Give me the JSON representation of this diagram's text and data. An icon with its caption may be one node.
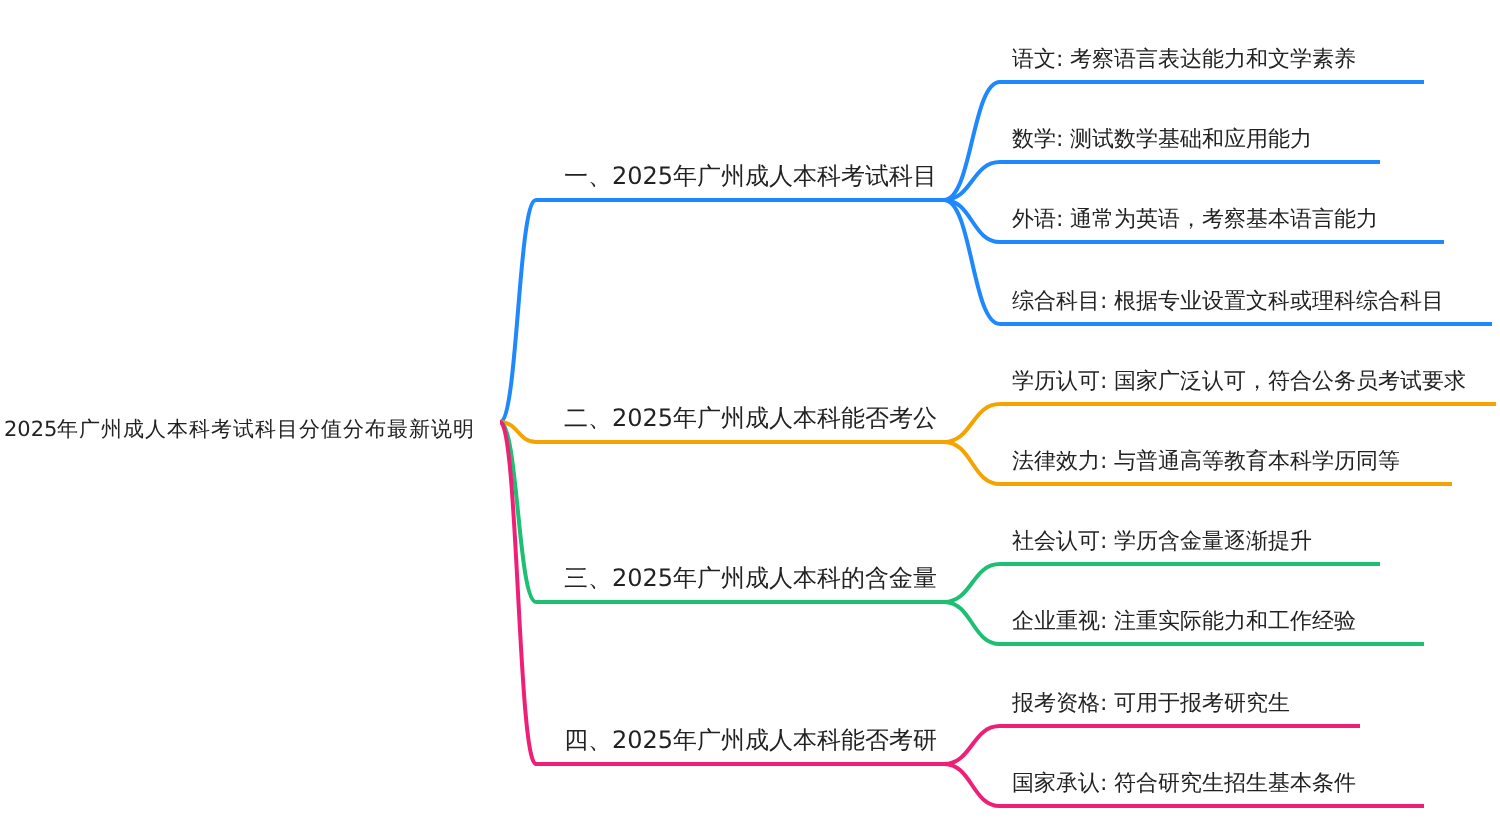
{
  "diagram": {
    "nodes": [
      {
        "text": [
          "2025年广州成人本科考试科目分值分布最新说明"
        ]
      },
      {
        "text": [
          "一、2025年广州成人本科考试科目"
        ]
      },
      {
        "text": [
          "语文: 考察语言表达能力和文学素养"
        ]
      },
      {
        "text": [
          "数学: 测试数学基础和应用能力"
        ]
      },
      {
        "text": [
          "外语: 通常为英语，考察基本语言能力"
        ]
      },
      {
        "text": [
          "综合科目: 根据专业设置文科或理科综合科目"
        ]
      },
      {
        "text": [
          "二、2025年广州成人本科能否考公"
        ]
      },
      {
        "text": [
          "学历认可: 国家广泛认可，符合公务员考试要求"
        ]
      },
      {
        "text": [
          "法律效力: 与普通高等教育本科学历同等"
        ]
      },
      {
        "text": [
          "三、2025年广州成人本科的含金量"
        ]
      },
      {
        "text": [
          "社会认可: 学历含金量逐渐提升"
        ]
      },
      {
        "text": [
          "企业重视: 注重实际能力和工作经验"
        ]
      },
      {
        "text": [
          "四、2025年广州成人本科能否考研"
        ]
      },
      {
        "text": [
          "报考资格: 可用于报考研究生"
        ]
      },
      {
        "text": [
          "国家承认: 符合研究生招生基本条件"
        ]
      }
    ],
    "edges": [
      {
        "from": 0,
        "to": 1,
        "arrow": "none"
      },
      {
        "from": 1,
        "to": 2,
        "arrow": "none"
      },
      {
        "from": 1,
        "to": 3,
        "arrow": "none"
      },
      {
        "from": 1,
        "to": 4,
        "arrow": "none"
      },
      {
        "from": 1,
        "to": 5,
        "arrow": "none"
      },
      {
        "from": 0,
        "to": 6,
        "arrow": "none",
        "color": "#f5a300"
      },
      {
        "from": 6,
        "to": 7,
        "arrow": "none",
        "color": "#f5a300"
      },
      {
        "from": 6,
        "to": 8,
        "arrow": "none",
        "color": "#f5a300"
      },
      {
        "from": 0,
        "to": 9,
        "arrow": "none",
        "color": "#1dbf73"
      },
      {
        "from": 9,
        "to": 10,
        "arrow": "none",
        "color": "#1dbf73"
      },
      {
        "from": 9,
        "to": 11,
        "arrow": "none",
        "color": "#1dbf73"
      },
      {
        "from": 0,
        "to": 12,
        "arrow": "none",
        "color": "#ef1f78"
      },
      {
        "from": 12,
        "to": 13,
        "arrow": "none",
        "color": "#ef1f78"
      },
      {
        "from": 12,
        "to": 14,
        "arrow": "none",
        "color": "#ef1f78"
      }
    ]
  }
}
